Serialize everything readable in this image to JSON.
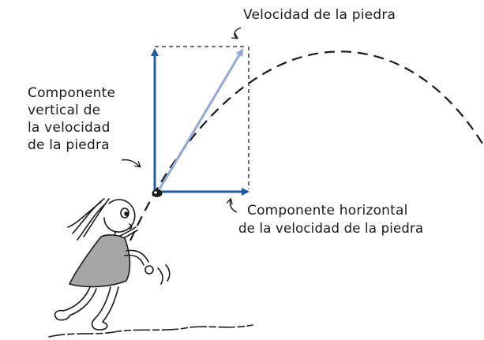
{
  "labels": {
    "stone_velocity": "Velocidad de la piedra",
    "vertical_component": [
      "Componente",
      "vertical de",
      "la velocidad",
      "de la piedra"
    ],
    "horizontal_component": [
      "Componente horizontal",
      "de la velocidad de la piedra"
    ]
  },
  "colors": {
    "component_vectors": "#1f5aa8",
    "velocity_vector": "#8fa9d8",
    "ink": "#1a1a1a"
  },
  "icons": {
    "thrower": "girl-throwing-figure",
    "stone": "stone-dot"
  }
}
